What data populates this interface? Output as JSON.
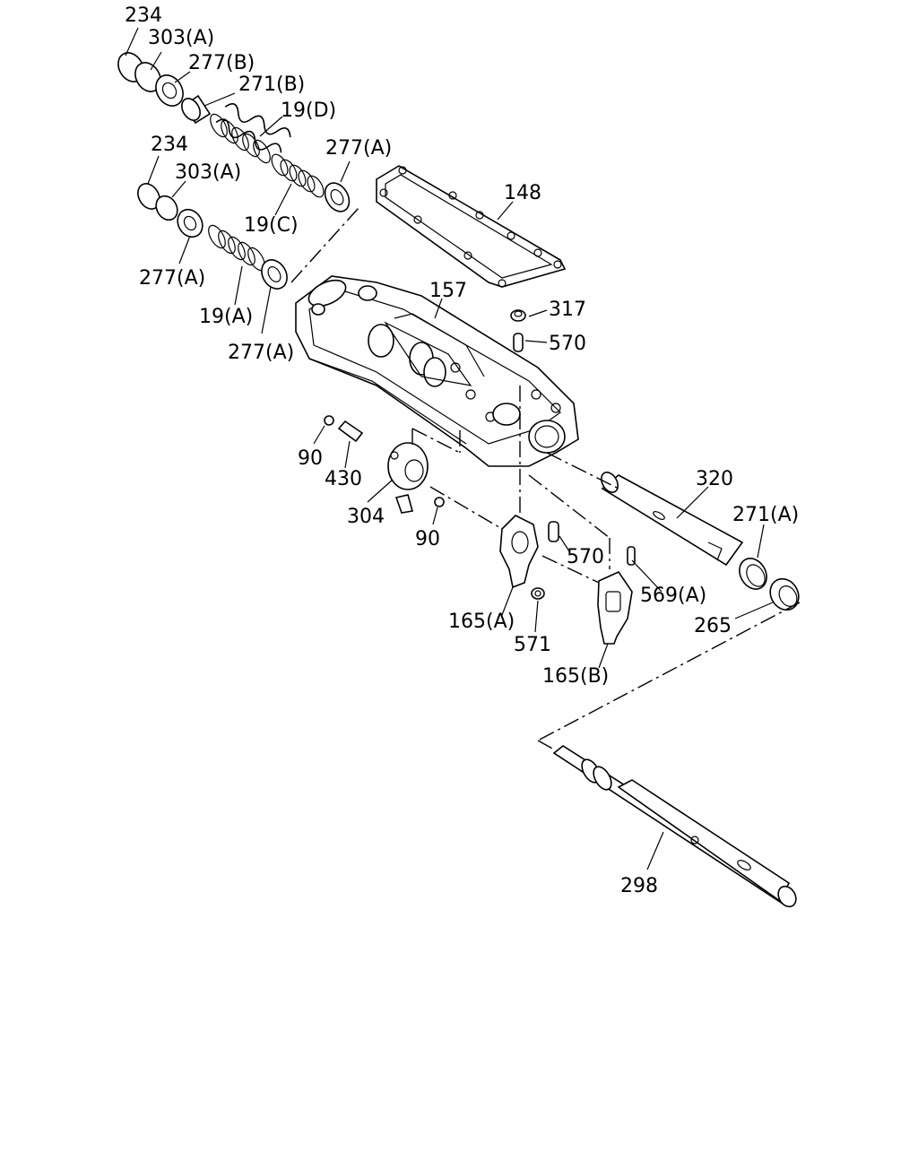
{
  "labels": {
    "p234a": "234",
    "p303a1": "303(A)",
    "p277b": "277(B)",
    "p271b": "271(B)",
    "p19d": "19(D)",
    "p234b": "234",
    "p303a2": "303(A)",
    "p277a_top": "277(A)",
    "p148": "148",
    "p19c": "19(C)",
    "p277a_left": "277(A)",
    "p19a": "19(A)",
    "p277a_bottom": "277(A)",
    "p157": "157",
    "p317": "317",
    "p570a": "570",
    "p90a": "90",
    "p430": "430",
    "p304": "304",
    "p90b": "90",
    "p320": "320",
    "p271a": "271(A)",
    "p570b": "570",
    "p569a": "569(A)",
    "p165a": "165(A)",
    "p571": "571",
    "p265": "265",
    "p165b": "165(B)",
    "p298": "298"
  }
}
